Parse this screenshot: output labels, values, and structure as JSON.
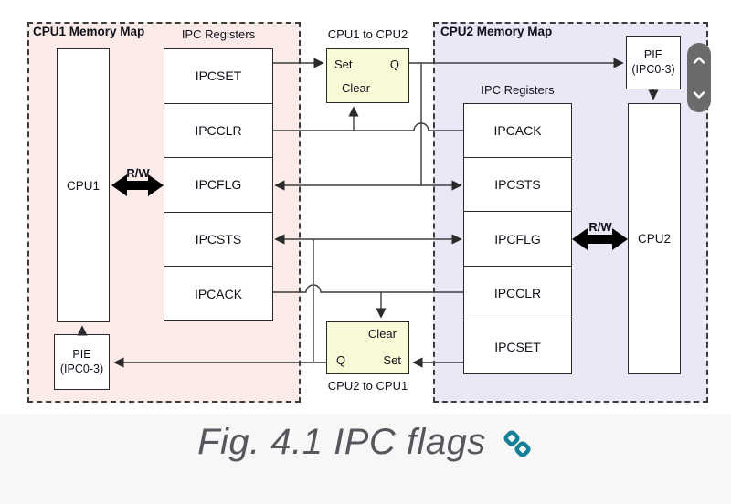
{
  "colors": {
    "cpu1_region_fill": "#fcebe9",
    "cpu2_region_fill": "#e8e8f6",
    "flipflop_fill": "#fafad6",
    "wire": "#3d3d3d",
    "caption_text": "#56575c",
    "link_icon_teal": "#177f95",
    "scroll_widget_gray": "#6b6b6b"
  },
  "diagram": {
    "cpu1_region": {
      "title": "CPU1 Memory Map",
      "cpu_label": "CPU1",
      "registers_title": "IPC Registers",
      "registers": [
        "IPCSET",
        "IPCCLR",
        "IPCFLG",
        "IPCSTS",
        "IPCACK"
      ],
      "rw_label": "R/W",
      "pie": {
        "line1": "PIE",
        "line2": "(IPC0-3)"
      }
    },
    "cpu2_region": {
      "title": "CPU2 Memory Map",
      "cpu_label": "CPU2",
      "registers_title": "IPC Registers",
      "registers": [
        "IPCACK",
        "IPCSTS",
        "IPCFLG",
        "IPCCLR",
        "IPCSET"
      ],
      "rw_label": "R/W",
      "pie": {
        "line1": "PIE",
        "line2": "(IPC0-3)"
      }
    },
    "flipflop_top": {
      "title": "CPU1 to CPU2",
      "set_label": "Set",
      "clear_label": "Clear",
      "q_label": "Q"
    },
    "flipflop_bottom": {
      "title": "CPU2 to CPU1",
      "set_label": "Set",
      "clear_label": "Clear",
      "q_label": "Q"
    }
  },
  "caption": {
    "text": "Fig. 4.1 IPC flags"
  },
  "scroll_widget": {
    "up_icon": "chevron-up",
    "down_icon": "chevron-down"
  }
}
